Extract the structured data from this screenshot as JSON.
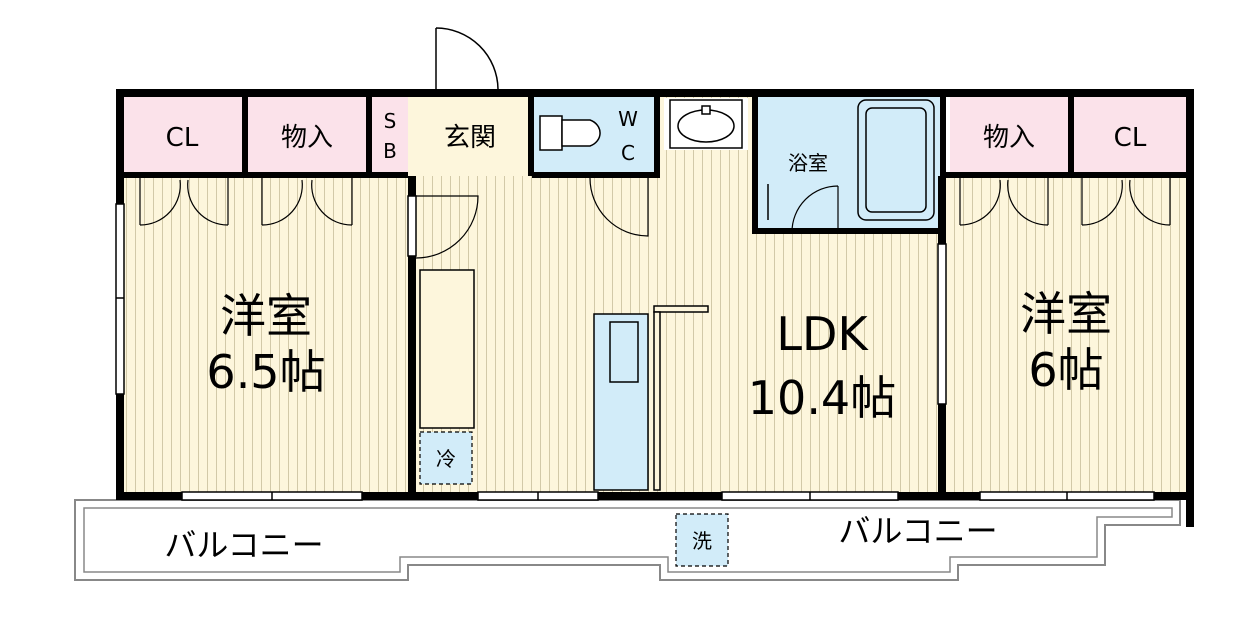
{
  "rooms": {
    "west_room": {
      "name": "洋室",
      "size": "6.5帖"
    },
    "ldk": {
      "name": "LDK",
      "size": "10.4帖"
    },
    "east_room": {
      "name": "洋室",
      "size": "6帖"
    },
    "closet_left": "CL",
    "storage_left": "物入",
    "shoebox": [
      "S",
      "B"
    ],
    "entrance": "玄関",
    "toilet": [
      "W",
      "C"
    ],
    "bath": "浴室",
    "storage_right": "物入",
    "closet_right": "CL"
  },
  "fixtures": {
    "fridge": "冷",
    "washer": "洗"
  },
  "balcony": {
    "left_label": "バルコニー",
    "right_label": "バルコニー"
  },
  "colors": {
    "wall": "#000000",
    "floor": "#fdf6dc",
    "floor_stripe": "#c9c0a0",
    "closet": "#fbe2ea",
    "wet_area": "#d2ecf9",
    "entrance": "#fdf6dc"
  }
}
